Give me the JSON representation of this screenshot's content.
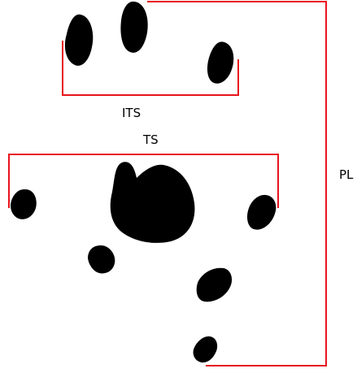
{
  "labels": {
    "its": "ITS",
    "ts": "TS",
    "pl": "PL"
  },
  "colors": {
    "bracket": "#e8141c",
    "pad": "#000000",
    "background": "#ffffff"
  }
}
